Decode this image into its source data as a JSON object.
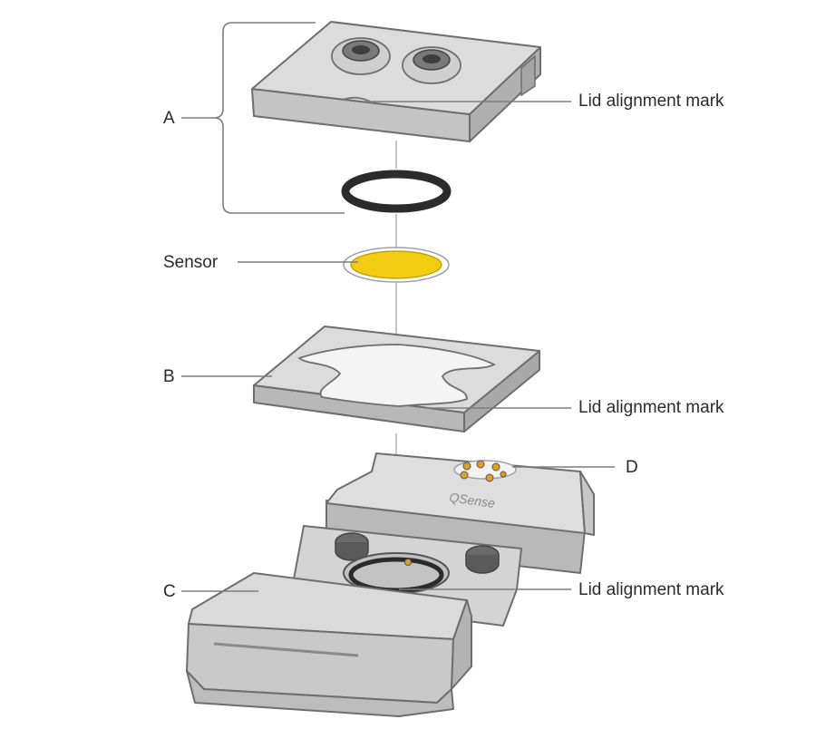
{
  "labels": {
    "assembly": "A",
    "lid_alignment_mark_top": "Lid alignment mark",
    "sensor": "Sensor",
    "spacer": "B",
    "lid_alignment_mark_mid": "Lid alignment mark",
    "contacts": "D",
    "base": "C",
    "lid_alignment_mark_bottom": "Lid alignment mark"
  },
  "base_logo": "QSense",
  "colors": {
    "sensor": "#f2cc10",
    "part_top": "#dcdcdc",
    "part_side": "#b9b9b9",
    "o_ring": "#2b2b2b",
    "contacts": "#e0a020"
  }
}
